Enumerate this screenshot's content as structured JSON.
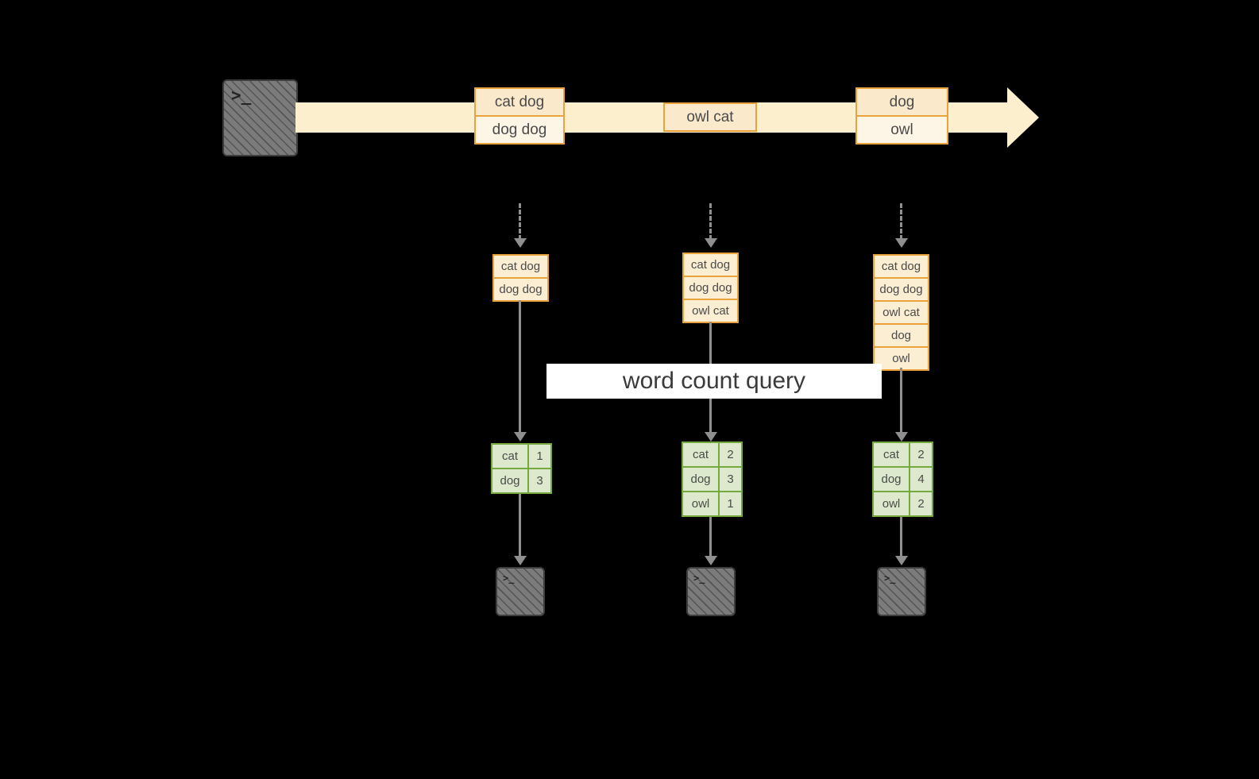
{
  "diagram": {
    "banner": "word count query",
    "stream_events": [
      {
        "rows": [
          "cat dog",
          "dog dog"
        ]
      },
      {
        "rows": [
          "owl cat"
        ]
      },
      {
        "rows": [
          "dog",
          "owl"
        ]
      }
    ],
    "pipelines": [
      {
        "buffer": [
          "cat dog",
          "dog dog"
        ],
        "table": [
          [
            "cat",
            "1"
          ],
          [
            "dog",
            "3"
          ]
        ]
      },
      {
        "buffer": [
          "cat dog",
          "dog dog",
          "owl cat"
        ],
        "table": [
          [
            "cat",
            "2"
          ],
          [
            "dog",
            "3"
          ],
          [
            "owl",
            "1"
          ]
        ]
      },
      {
        "buffer": [
          "cat dog",
          "dog dog",
          "owl cat",
          "dog",
          "owl"
        ],
        "table": [
          [
            "cat",
            "2"
          ],
          [
            "dog",
            "4"
          ],
          [
            "owl",
            "2"
          ]
        ]
      }
    ],
    "icons": {
      "source": "terminal-icon",
      "outputs": [
        "terminal-icon",
        "terminal-icon",
        "terminal-icon"
      ],
      "prompt_glyph": ">_"
    },
    "colors": {
      "background": "#000000",
      "stream_fill": "#FBEFCE",
      "event_border": "#E8A33C",
      "event_fill": "#FAEACB",
      "event_fill_light": "#FDF5E6",
      "buffer_fill": "#FBEED3",
      "table_border": "#76A840",
      "table_fill": "#DCE9CC",
      "arrow": "#8F8F8F",
      "banner_bg": "#FFFFFF",
      "text": "#4A4A4A",
      "terminal_fill": "#7B7B7B"
    }
  }
}
